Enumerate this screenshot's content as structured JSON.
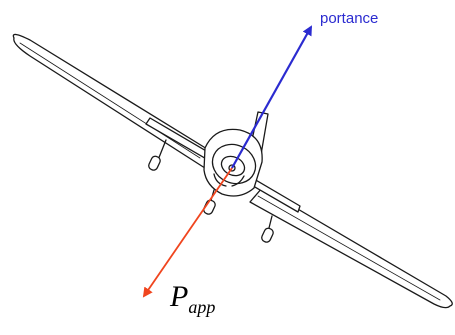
{
  "diagram": {
    "lift_label": "portance",
    "weight_label": "P",
    "weight_subscript": "app",
    "colors": {
      "lift_arrow": "#2b2bd0",
      "weight_arrow": "#f0451e",
      "lift_text": "#2b2bd0",
      "weight_text": "#000000",
      "outline": "#1a1a1a"
    },
    "icons": {
      "aircraft": "light-aircraft-front-view-banked",
      "lift": "arrow-up-right",
      "weight": "arrow-down-left"
    }
  }
}
